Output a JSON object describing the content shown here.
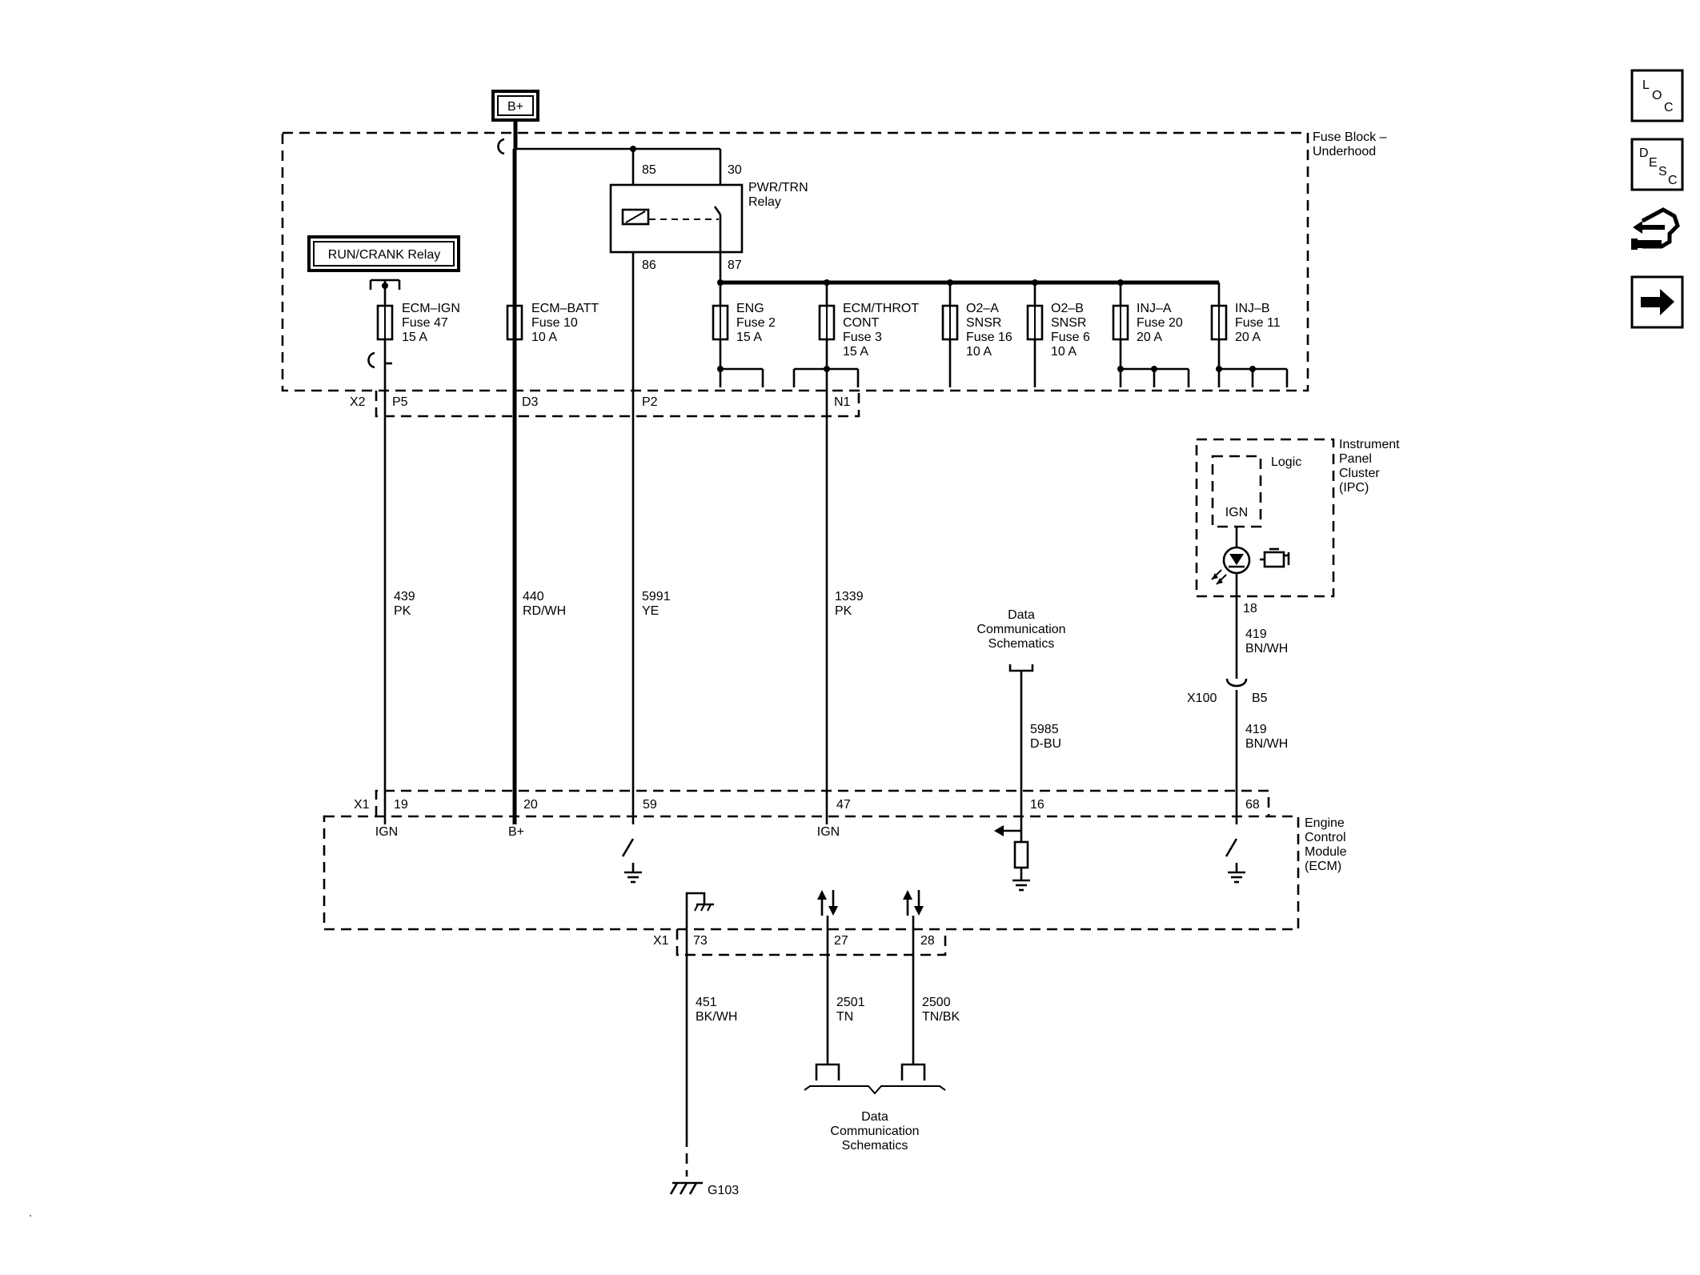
{
  "power_source": "B+",
  "fuse_block": {
    "title_line1": "Fuse Block –",
    "title_line2": "Underhood"
  },
  "relay_run_crank": "RUN/CRANK Relay",
  "pwr_trn_relay": {
    "label_line1": "PWR/TRN",
    "label_line2": "Relay",
    "pins": {
      "p85": "85",
      "p30": "30",
      "p86": "86",
      "p87": "87"
    }
  },
  "fuses": [
    {
      "name": "ECM–IGN",
      "fuse": "Fuse 47",
      "amps": "15 A"
    },
    {
      "name": "ECM–BATT",
      "fuse": "Fuse 10",
      "amps": "10 A"
    },
    {
      "name": "ENG",
      "fuse": "Fuse 2",
      "amps": "15 A"
    },
    {
      "name": "ECM/THROT",
      "name2": "CONT",
      "fuse": "Fuse 3",
      "amps": "15 A"
    },
    {
      "name": "O2–A",
      "name2": "SNSR",
      "fuse": "Fuse 16",
      "amps": "10 A"
    },
    {
      "name": "O2–B",
      "name2": "SNSR",
      "fuse": "Fuse 6",
      "amps": "10 A"
    },
    {
      "name": "INJ–A",
      "fuse": "Fuse 20",
      "amps": "20 A"
    },
    {
      "name": "INJ–B",
      "fuse": "Fuse 11",
      "amps": "20 A"
    }
  ],
  "connector_x2": {
    "name": "X2",
    "pins": [
      "P5",
      "D3",
      "P2",
      "N1"
    ]
  },
  "wires": [
    {
      "circuit": "439",
      "color": "PK"
    },
    {
      "circuit": "440",
      "color": "RD/WH"
    },
    {
      "circuit": "5991",
      "color": "YE"
    },
    {
      "circuit": "1339",
      "color": "PK"
    },
    {
      "circuit": "5985",
      "color": "D-BU"
    },
    {
      "circuit": "419",
      "color": "BN/WH"
    },
    {
      "circuit": "419",
      "color": "BN/WH"
    },
    {
      "circuit": "451",
      "color": "BK/WH"
    },
    {
      "circuit": "2501",
      "color": "TN"
    },
    {
      "circuit": "2500",
      "color": "TN/BK"
    }
  ],
  "data_comm_top": [
    "Data",
    "Communication",
    "Schematics"
  ],
  "data_comm_bottom": [
    "Data",
    "Communication",
    "Schematics"
  ],
  "ipc": {
    "title": [
      "Instrument",
      "Panel",
      "Cluster",
      "(IPC)"
    ],
    "logic": "Logic",
    "ign": "IGN",
    "pin": "18"
  },
  "connector_x100": {
    "name": "X100",
    "pin": "B5"
  },
  "ecm": {
    "title": [
      "Engine",
      "Control",
      "Module",
      "(ECM)"
    ],
    "connector": "X1",
    "top_pins": [
      "19",
      "20",
      "59",
      "47",
      "16",
      "68"
    ],
    "internal": [
      "IGN",
      "B+",
      "IGN"
    ],
    "bottom_connector": "X1",
    "bottom_pins": [
      "73",
      "27",
      "28"
    ]
  },
  "ground": "G103",
  "nav": [
    {
      "id": "loc",
      "t1": "L",
      "t2": "O",
      "t3": "C"
    },
    {
      "id": "desc",
      "t1": "D",
      "t2": "E",
      "t3": "S",
      "t4": "C"
    },
    {
      "id": "connector",
      "icon": "connector-icon"
    },
    {
      "id": "next",
      "icon": "arrow-right-icon"
    }
  ]
}
